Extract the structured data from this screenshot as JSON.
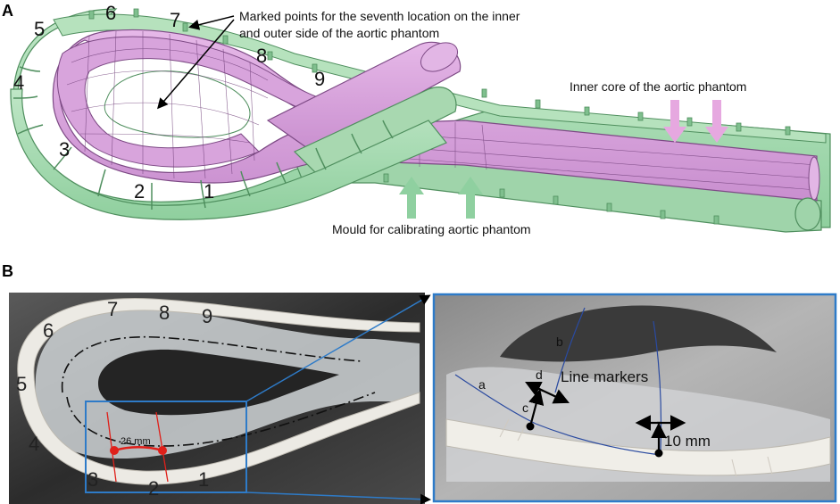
{
  "panel_a": {
    "letter": "A",
    "labels": [
      "1",
      "2",
      "3",
      "4",
      "5",
      "6",
      "7",
      "8",
      "9"
    ],
    "annotation_marked_line1": "Marked points for the seventh location on the  inner",
    "annotation_marked_line2": "and outer side of the aortic phantom",
    "annotation_core": "Inner core of the aortic phantom",
    "annotation_mould": "Mould for calibrating aortic phantom"
  },
  "panel_b": {
    "letter": "B",
    "labels": [
      "1",
      "2",
      "3",
      "4",
      "5",
      "6",
      "7",
      "8",
      "9"
    ],
    "measure": "26 mm",
    "inset_labels": {
      "a": "a",
      "b": "b",
      "c": "c",
      "d": "d",
      "line_markers": "Line markers",
      "scale": "10 mm"
    }
  },
  "colors": {
    "mould_green": "#a8d8b0",
    "core_pink": "#d9a0dc",
    "arrow_pink": "#e6a8e0",
    "arrow_green": "#8fd0a0",
    "inset_border": "#2e7bc8",
    "marker_red": "#e0201a"
  }
}
